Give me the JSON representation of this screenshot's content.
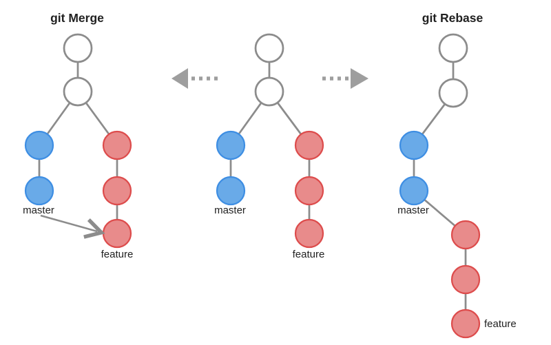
{
  "titles": {
    "merge": "git Merge",
    "rebase": "git Rebase"
  },
  "panels": {
    "merge": {
      "master_label": "master",
      "feature_label": "feature"
    },
    "original": {
      "master_label": "master",
      "feature_label": "feature"
    },
    "rebase": {
      "master_label": "master",
      "feature_label": "feature"
    }
  },
  "icons": {
    "left_dashed_arrow": "arrow-left-dashed",
    "right_dashed_arrow": "arrow-right-dashed",
    "merge_pointer": "merge-arrow"
  },
  "colors": {
    "background": "#ffffff",
    "text": "#212121",
    "edge": "#8c8c8c",
    "white_node_fill": "#ffffff",
    "white_node_stroke": "#8c8c8c",
    "master_node_fill": "#69aae8",
    "master_node_stroke": "#3e8ee3",
    "feature_node_fill": "#e88b8b",
    "feature_node_stroke": "#dd4c4c",
    "dashed_arrow": "#9e9e9e",
    "merge_arrow": "#8c8c8c"
  }
}
